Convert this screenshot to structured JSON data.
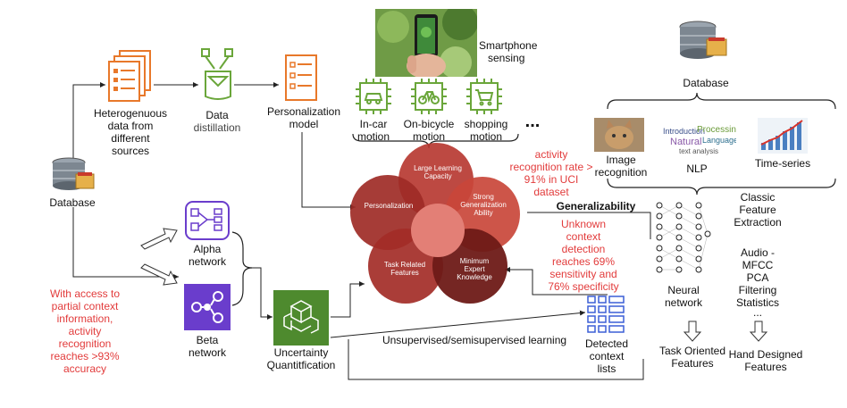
{
  "database_left": {
    "label": "Database"
  },
  "hetero": {
    "line1": "Heterogenuous",
    "line2": "data from",
    "line3": "different",
    "line4": "sources"
  },
  "distill": {
    "line1": "Data",
    "line2": "distillation"
  },
  "personal_model": {
    "line1": "Personalization",
    "line2": "model"
  },
  "smartphone": {
    "line1": "Smartphone",
    "line2": "sensing"
  },
  "motions": {
    "car": {
      "line1": "In-car",
      "line2": "motion"
    },
    "bike": {
      "line1": "On-bicycle",
      "line2": "motion"
    },
    "shop": {
      "line1": "shopping",
      "line2": "motion"
    },
    "more": "..."
  },
  "database_right": {
    "label": "Database"
  },
  "data_types": {
    "image": {
      "line1": "Image",
      "line2": "recognition"
    },
    "nlp": "NLP",
    "ts": "Time-series"
  },
  "petals": {
    "large": {
      "line1": "Large Learning",
      "line2": "Capacity"
    },
    "strong": {
      "line1": "Strong",
      "line2": "Generalization",
      "line3": "Ability"
    },
    "personalization": "Personalization",
    "task": {
      "line1": "Task Related",
      "line2": "Features"
    },
    "minimum": {
      "line1": "Minimum",
      "line2": "Expert",
      "line3": "Knowledge"
    }
  },
  "activity_rate": {
    "line1": "activity",
    "line2": "recognition rate >",
    "line3": "91% in UCI",
    "line4": "dataset"
  },
  "generalizability": "Generalizability",
  "unknown": {
    "line1": "Unknown",
    "line2": "context",
    "line3": "detection",
    "line4": "reaches 69%",
    "line5": "sensitivity and",
    "line6": "76% specificity"
  },
  "classic": {
    "line1": "Classic",
    "line2": "Feature",
    "line3": "Extraction"
  },
  "audio": {
    "line1": "Audio -",
    "line2": "MFCC",
    "line3": "PCA",
    "line4": "Filtering",
    "line5": "Statistics",
    "line6": "..."
  },
  "neural": {
    "line1": "Neural",
    "line2": "network"
  },
  "alpha": {
    "line1": "Alpha",
    "line2": "network"
  },
  "beta": {
    "line1": "Beta",
    "line2": "network"
  },
  "access": {
    "line1": "With access to",
    "line2": "partial context",
    "line3": "information,",
    "line4": "activity",
    "line5": "recognition",
    "line6": "reaches  >93%",
    "line7": "accuracy"
  },
  "uncertainty": {
    "line1": "Uncertainty",
    "line2": "Quantitfication"
  },
  "unsup": "Unsupervised/semisupervised learning",
  "detected": {
    "line1": "Detected",
    "line2": "context",
    "line3": "lists"
  },
  "task_oriented": {
    "line1": "Task Oriented",
    "line2": "Features"
  },
  "hand_designed": {
    "line1": "Hand Designed",
    "line2": "Features"
  },
  "colors": {
    "orange": "#e8782a",
    "green": "#6aa63a",
    "purple": "#6a3dcc",
    "red_dark": "#8b1d1d",
    "red_text": "#e23b3b"
  }
}
